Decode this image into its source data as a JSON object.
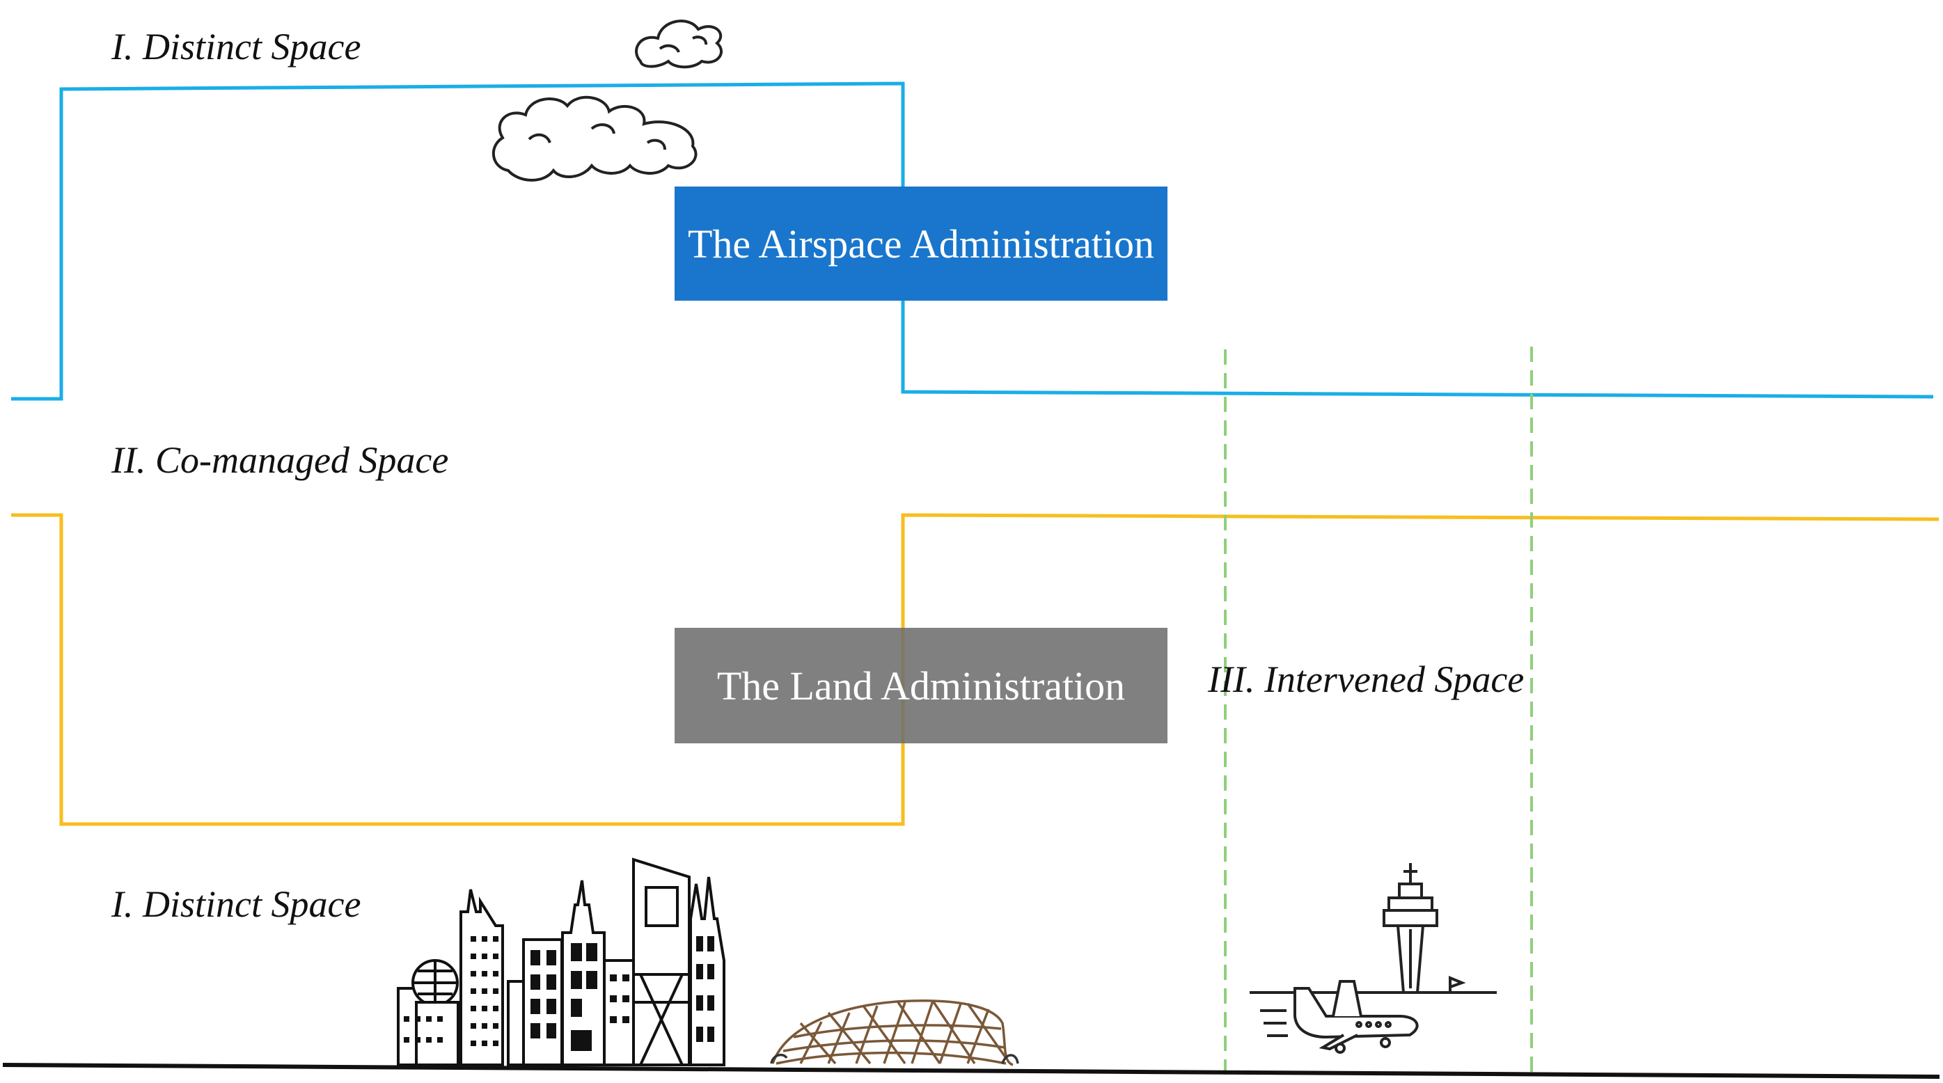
{
  "labels": {
    "distinct_top": "I. Distinct Space",
    "comanaged": "II. Co-managed Space",
    "intervened": "III. Intervened Space",
    "distinct_bottom": "I. Distinct Space"
  },
  "boxes": {
    "airspace": "The Airspace Administration",
    "land": "The Land Administration"
  },
  "colors": {
    "airspace_line": "#1aaee6",
    "land_line": "#f7be1f",
    "airspace_box": "#1976cc",
    "land_box": "#6e6e6e",
    "intervened_dash": "#8ed07a",
    "ground": "#111111"
  },
  "icons": [
    "cloud-icon",
    "city-skyline-icon",
    "stadium-icon",
    "airport-tower-icon",
    "airplane-icon"
  ]
}
